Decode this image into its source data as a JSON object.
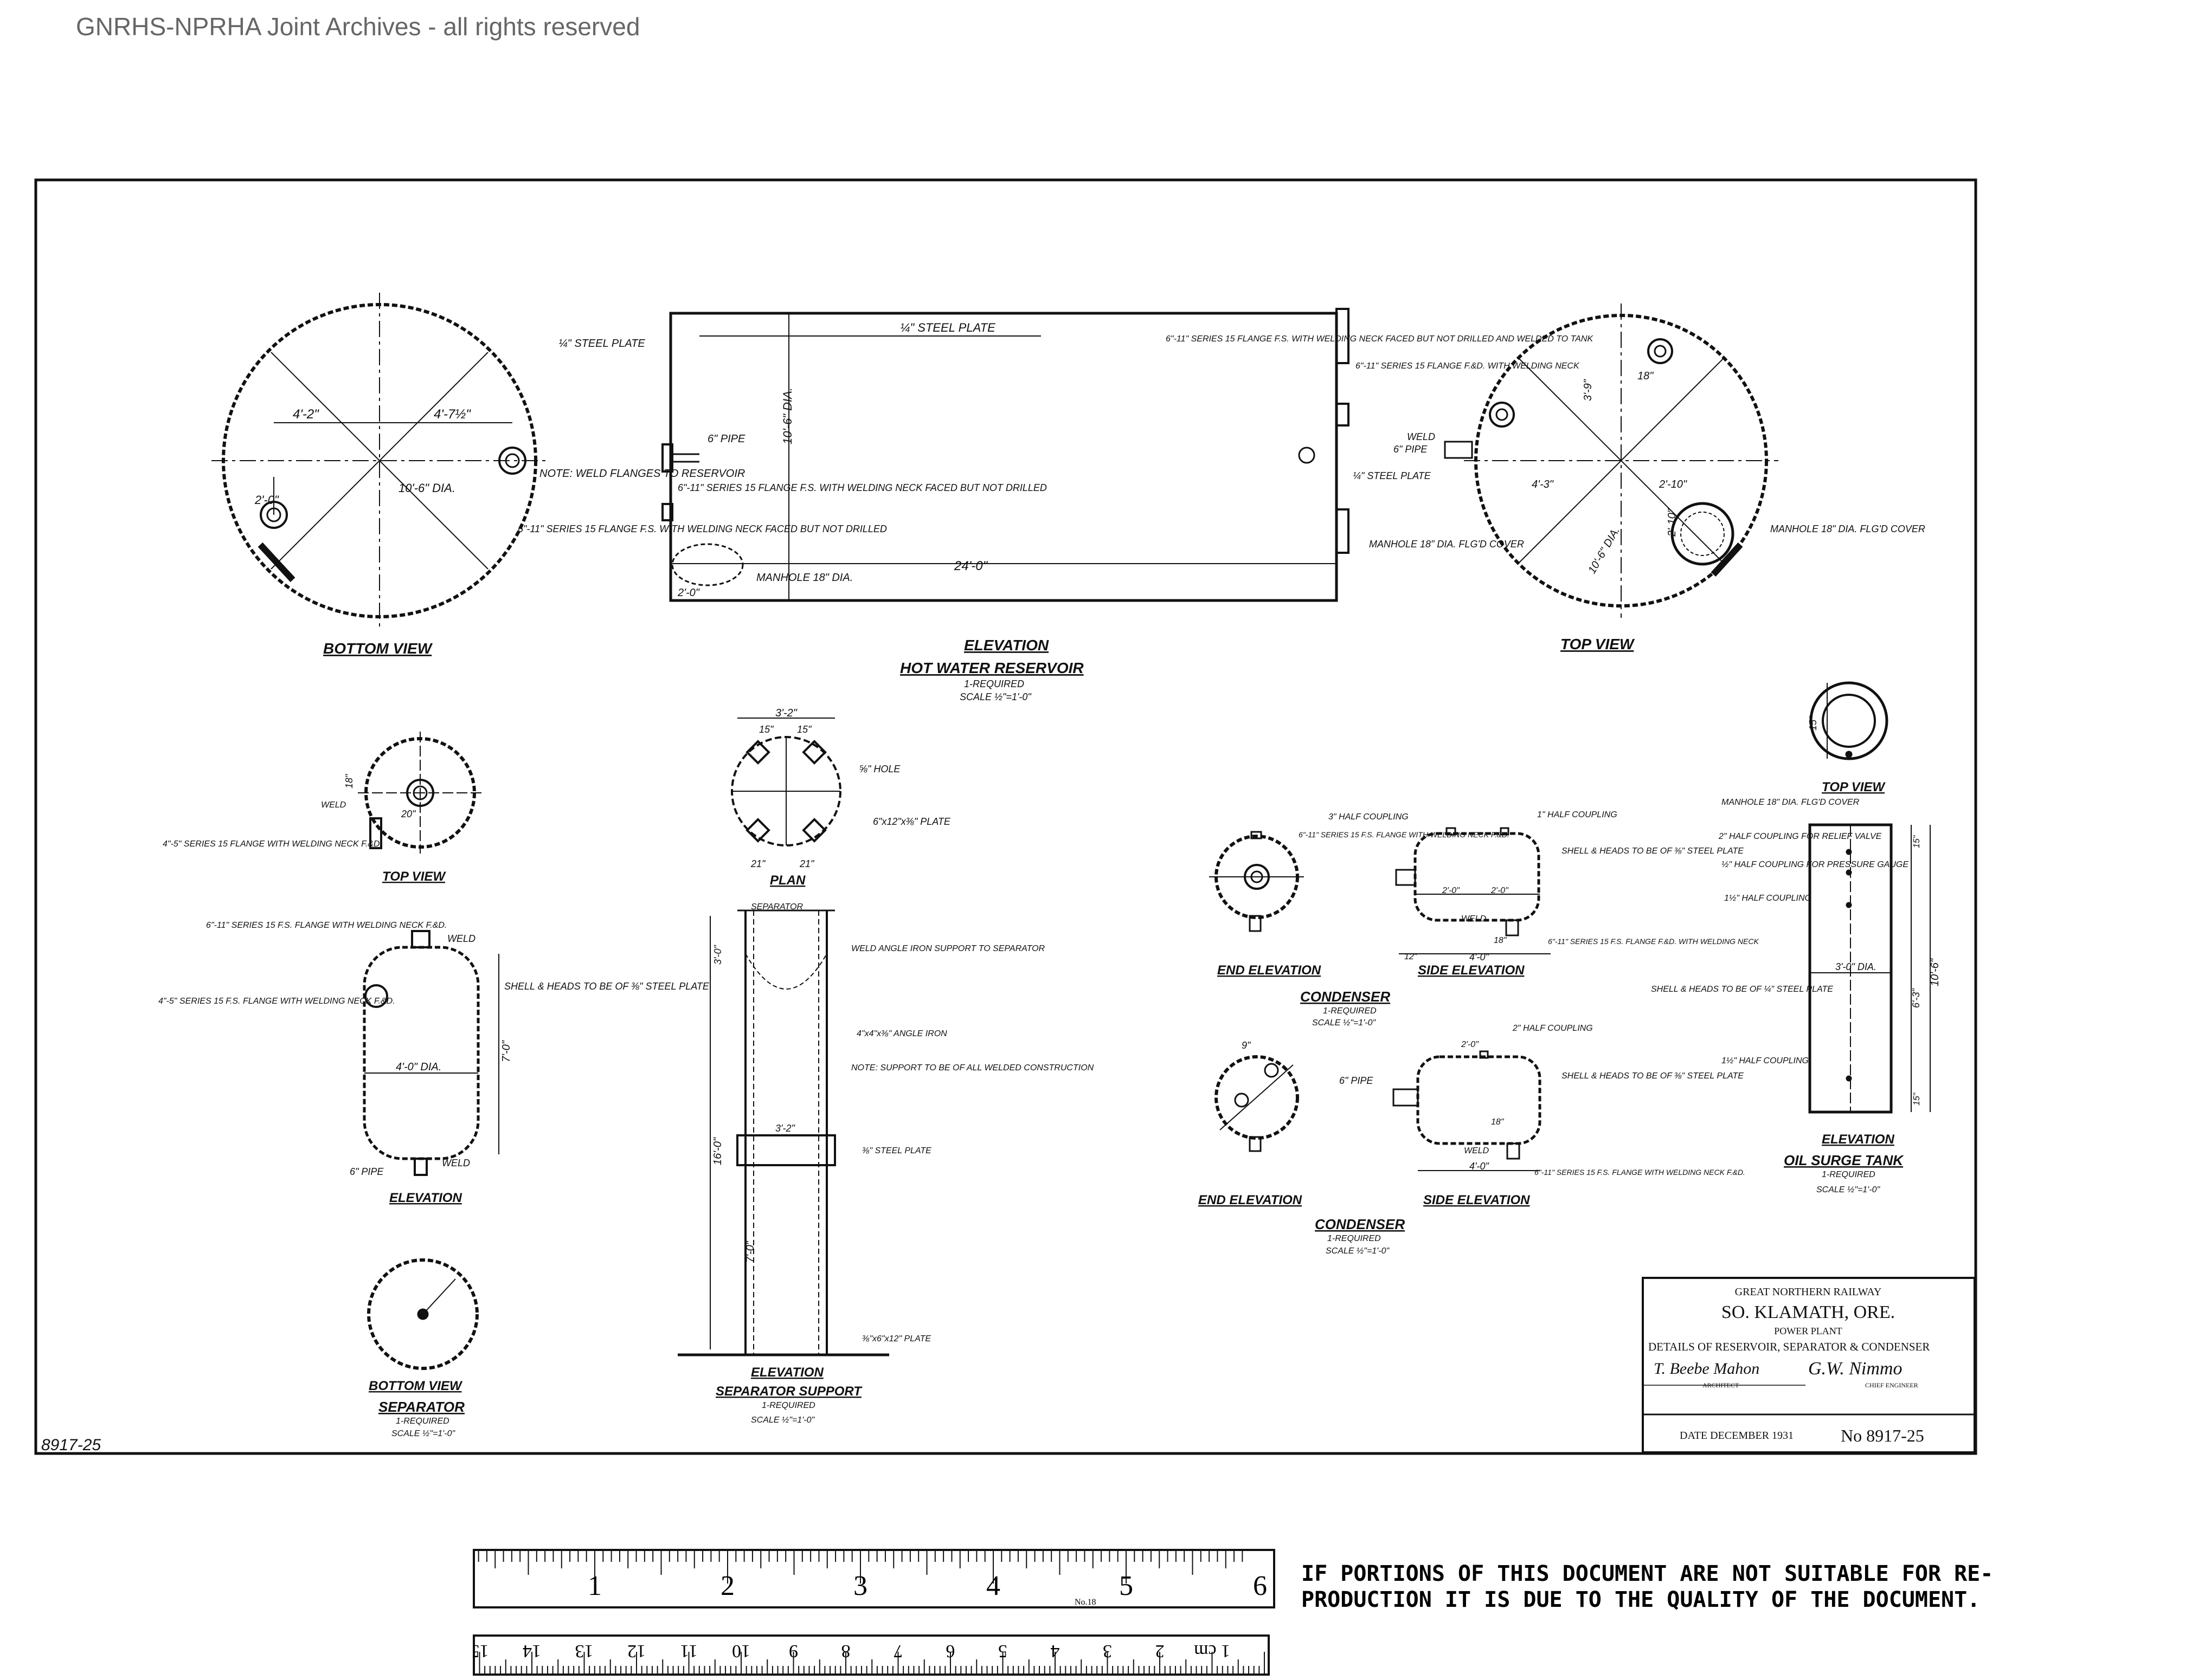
{
  "header": {
    "watermark": "GNRHS-NPRHA Joint Archives - all rights reserved"
  },
  "drawing": {
    "sheet_number_margin": "8917-25",
    "reservoir": {
      "bottom_view_title": "BOTTOM VIEW",
      "elevation_title": "ELEVATION",
      "name": "HOT WATER RESERVOIR",
      "required": "1-REQUIRED",
      "scale": "SCALE ½\"=1'-0\"",
      "top_view_title": "TOP VIEW",
      "dim_4_2": "4'-2\"",
      "dim_4_7": "4'-7½\"",
      "dim_2_0": "2'-0\"",
      "dim_dia": "10'-6\" DIA.",
      "dim_length": "24'-0\"",
      "dim_2_0b": "2'-0\"",
      "note_steel_top": "¼\" STEEL PLATE",
      "note_steel_left": "¼\" STEEL PLATE",
      "note_6pipe": "6\" PIPE",
      "note_weld_flanges": "NOTE: WELD FLANGES TO RESERVOIR",
      "note_flange_1": "6\"-11\" SERIES 15 FLANGE F.S. WITH WELDING NECK FACED BUT NOT DRILLED",
      "note_flange_2": "6\"-11\" SERIES 15 FLANGE F.S. WITH WELDING NECK FACED BUT NOT DRILLED",
      "note_manhole": "MANHOLE 18\" DIA.",
      "note_flange_right": "6\"-11\" SERIES 15 FLANGE F.S. WITH WELDING NECK FACED BUT NOT DRILLED AND WELDED TO TANK",
      "note_flange_fd": "6\"-11\" SERIES 15 FLANGE F.&D. WITH WELDING NECK",
      "note_steel_right": "¼\" STEEL PLATE",
      "note_manhole_right": "MANHOLE 18\" DIA. FLG'D COVER",
      "top_weld": "WELD",
      "top_6pipe": "6\" PIPE",
      "top_manhole": "MANHOLE 18\" DIA. FLG'D COVER",
      "top_dim_18": "18\"",
      "top_dim_3_9": "3'-9\"",
      "top_dim_4_3": "4'-3\"",
      "top_dim_2_10": "2'-10\"",
      "top_dim_2_10b": "2'-10\"",
      "top_dim_dia": "10'-6\" DIA."
    },
    "separator": {
      "top_view_title": "TOP VIEW",
      "elevation_title": "ELEVATION",
      "bottom_view_title": "BOTTOM VIEW",
      "name": "SEPARATOR",
      "required": "1-REQUIRED",
      "scale": "SCALE ½\"=1'-0\"",
      "note_weld": "WELD",
      "note_flange_top": "4\"-5\" SERIES 15 FLANGE WITH WELDING NECK F.&D.",
      "note_flange_elev": "6\"-11\" SERIES 15 F.S. FLANGE WITH WELDING NECK F.&D.",
      "note_flange_side": "4\"-5\" SERIES 15 F.S. FLANGE WITH WELDING NECK F.&D.",
      "note_weld_top": "WELD",
      "note_shell": "SHELL & HEADS TO BE OF ⅜\" STEEL PLATE",
      "note_6pipe": "6\" PIPE",
      "note_weld_bottom": "WELD",
      "dim_dia": "4'-0\" DIA.",
      "dim_height": "7'-0\"",
      "dim_18": "18\"",
      "dim_20": "20\""
    },
    "support": {
      "plan_title": "PLAN",
      "elevation_title": "ELEVATION",
      "name": "SEPARATOR SUPPORT",
      "required": "1-REQUIRED",
      "scale": "SCALE ½\"=1'-0\"",
      "dim_3_2": "3'-2\"",
      "dim_15": "15\"",
      "dim_15b": "15\"",
      "dim_21": "21\"",
      "dim_21b": "21\"",
      "note_hole": "⅝\" HOLE",
      "note_plate": "6\"x12\"x⅜\" PLATE",
      "note_separator": "SEPARATOR",
      "note_angle_weld": "WELD ANGLE IRON SUPPORT TO SEPARATOR",
      "note_angle": "4\"x4\"x⅜\" ANGLE IRON",
      "note_support": "NOTE: SUPPORT TO BE OF ALL WELDED CONSTRUCTION",
      "note_steel": "⅜\" STEEL PLATE",
      "note_base_plate": "⅜\"x6\"x12\" PLATE",
      "dim_3_0": "3'-0\"",
      "dim_16": "16'-0\"",
      "dim_7": "7'-0\""
    },
    "condenser1": {
      "end_title": "END ELEVATION",
      "side_title": "SIDE ELEVATION",
      "name": "CONDENSER",
      "required": "1-REQUIRED",
      "scale": "SCALE ½\"=1'-0\"",
      "note_half_coupling": "3\" HALF COUPLING",
      "note_one_half": "1\" HALF COUPLING",
      "note_flange": "6\"-11\" SERIES 15 F.S. FLANGE WITH WELDING NECK F.&D.",
      "note_shell": "SHELL & HEADS TO BE OF ⅜\" STEEL PLATE",
      "note_flange_bottom": "6\"-11\" SERIES 15 F.S. FLANGE F.&D. WITH WELDING NECK",
      "note_weld": "WELD",
      "dim_2_0": "2'-0\"",
      "dim_2_0b": "2'-0\"",
      "dim_4_0": "4'-0\"",
      "dim_18": "18\"",
      "dim_12": "12\""
    },
    "condenser2": {
      "end_title": "END ELEVATION",
      "side_title": "SIDE ELEVATION",
      "name": "CONDENSER",
      "required": "1-REQUIRED",
      "scale": "SCALE ½\"=1'-0\"",
      "note_6pipe": "6\" PIPE",
      "note_half": "2\" HALF COUPLING",
      "note_shell": "SHELL & HEADS TO BE OF ⅜\" STEEL PLATE",
      "note_flange": "6\"-11\" SERIES 15 F.S. FLANGE WITH WELDING NECK F.&D.",
      "note_weld": "WELD",
      "dim_2_0": "2'-0\"",
      "dim_4_0": "4'-0\"",
      "dim_18": "18\"",
      "dim_9": "9\""
    },
    "oil_tank": {
      "top_view_title": "TOP VIEW",
      "elevation_title": "ELEVATION",
      "name": "OIL SURGE TANK",
      "required": "1-REQUIRED",
      "scale": "SCALE ½\"=1'-0\"",
      "note_manhole": "MANHOLE 18\" DIA. FLG'D COVER",
      "note_relief": "2\" HALF COUPLING FOR RELIEF VALVE",
      "note_pressure": "½\" HALF COUPLING FOR PRESSURE GAUGE",
      "note_half_a": "1½\" HALF COUPLING",
      "note_shell": "SHELL & HEADS TO BE OF ¼\" STEEL PLATE",
      "note_half_b": "1½\" HALF COUPLING",
      "dim_dia": "3'-0\" DIA.",
      "dim_height": "10'-6\"",
      "dim_6_3": "6'-3\"",
      "dim_15": "15\"",
      "dim_15b": "15\"",
      "dim_15c": "15\""
    },
    "title_block": {
      "railway": "GREAT NORTHERN RAILWAY",
      "location": "SO. KLAMATH, ORE.",
      "plant": "POWER PLANT",
      "description": "DETAILS OF RESERVOIR, SEPARATOR & CONDENSER",
      "architect_sig": "T. Beebe Mahon",
      "architect_label": "ARCHITECT",
      "engineer_sig": "G.W. Nimmo",
      "engineer_label": "CHIEF ENGINEER",
      "date": "DATE DECEMBER 1931",
      "number": "No 8917-25"
    }
  },
  "footer": {
    "disclaimer_line1": "IF PORTIONS OF THIS DOCUMENT ARE NOT SUITABLE FOR RE-",
    "disclaimer_line2": "PRODUCTION IT IS DUE TO THE QUALITY OF THE DOCUMENT.",
    "ruler_inches": [
      "1",
      "2",
      "3",
      "4",
      "5",
      "6"
    ],
    "ruler_no": "No.18",
    "ruler_cm": [
      "1 cm",
      "2",
      "3",
      "4",
      "5",
      "6",
      "7",
      "8",
      "9",
      "10",
      "11",
      "12",
      "13",
      "14",
      "15"
    ]
  }
}
